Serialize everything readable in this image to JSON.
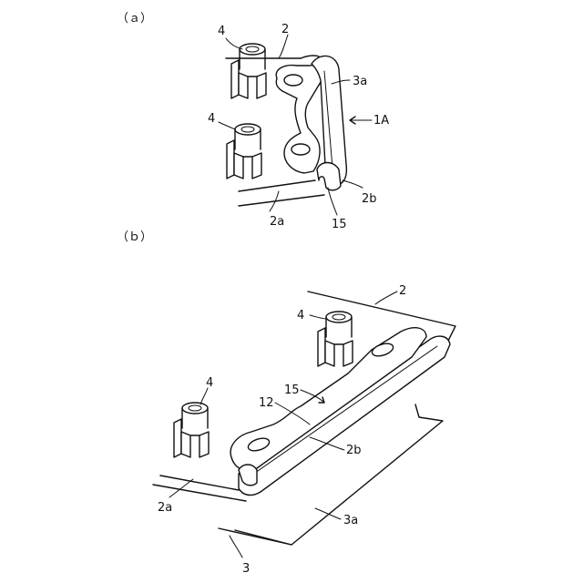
{
  "panels": [
    {
      "id": "a",
      "caption": "（ａ）",
      "labels": {
        "part2": "2",
        "part4_top": "4",
        "part4_bottom": "4",
        "part3a": "3a",
        "part1A": "1A",
        "part2a": "2a",
        "part15": "15",
        "part2b": "2b"
      }
    },
    {
      "id": "b",
      "caption": "（ｂ）",
      "labels": {
        "part2": "2",
        "part4_right": "4",
        "part4_left": "4",
        "part15": "15",
        "part12": "12",
        "part2b": "2b",
        "part2a": "2a",
        "part3a": "3a",
        "part3": "3"
      }
    }
  ]
}
